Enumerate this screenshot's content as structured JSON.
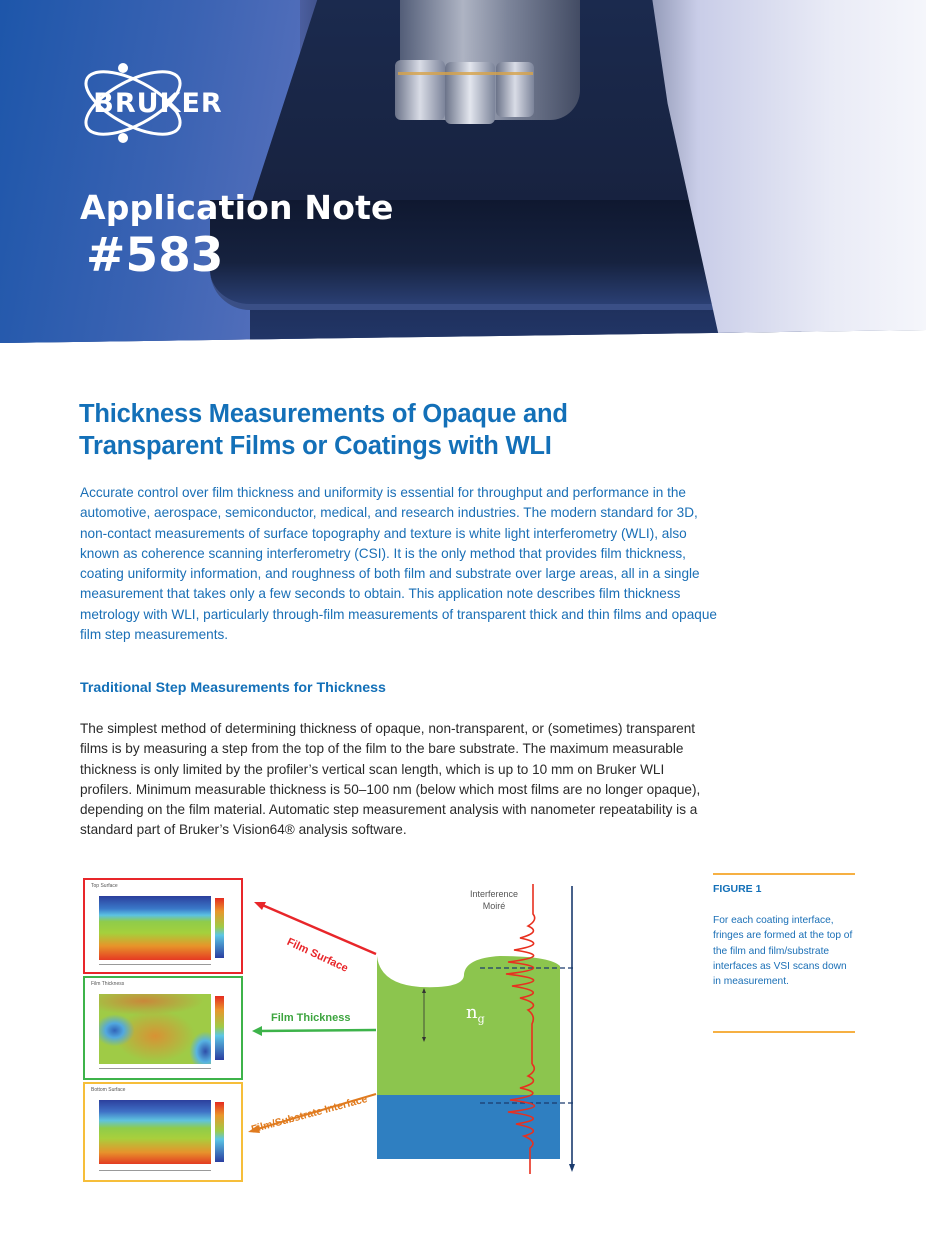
{
  "header": {
    "brand": "BRUKER",
    "doc_type": "Application Note",
    "number": "#583",
    "colors": {
      "band_blue": "#1f55a8",
      "dark_navy": "#1a2748",
      "text": "#ffffff"
    }
  },
  "article": {
    "title_line1": "Thickness Measurements of Opaque and",
    "title_line2": "Transparent Films or Coatings with WLI",
    "intro": "Accurate control over film thickness and uniformity is essential for throughput and performance in the automotive, aerospace, semiconductor, medical, and research industries. The modern standard for 3D, non-contact measurements of surface topography and texture is white light interferometry (WLI), also known as coherence scanning interferometry (CSI). It is the only method that provides film thickness, coating uniformity information, and roughness of both film and substrate over large areas, all in a single measurement that takes only a few seconds to obtain. This application note describes film thickness metrology with WLI, particularly through-film measurements of transparent thick and thin films and opaque film step measurements.",
    "section1": {
      "heading": "Traditional Step Measurements for Thickness",
      "body": "The simplest method of determining thickness of opaque, non-transparent, or (sometimes) transparent films is by measuring a step from the top of the film to the bare substrate. The maximum measurable thickness is only limited by the profiler’s vertical scan length, which is up to 10 mm on Bruker WLI profilers. Minimum measurable thickness is 50–100 nm (below which most films are no longer opaque), depending on the film material. Automatic step measurement analysis with nanometer repeatability is a standard part of Bruker’s Vision64® analysis software."
    },
    "colors": {
      "title_blue": "#1370b8",
      "intro_blue": "#1a6fb6",
      "body_text": "#2a2a2a",
      "accent_orange": "#f6b043"
    }
  },
  "figure": {
    "insets": [
      {
        "label": "Top Surface",
        "border": "#e8262a"
      },
      {
        "label": "Film Thickness",
        "border": "#3db34a"
      },
      {
        "label": "Bottom Surface",
        "border": "#f6be3a"
      }
    ],
    "arrows": {
      "film_surface": "Film Surface",
      "film_thickness": "Film Thickness",
      "film_substrate": "Film/Substrate Interface"
    },
    "interference_label_1": "Interference",
    "interference_label_2": "Moiré",
    "refractive_index": "n",
    "refractive_index_sub": "g",
    "colors": {
      "film": "#8cc54e",
      "substrate": "#2f7fc1",
      "fringe": "#e8301f",
      "scan_axis": "#1b3b6e"
    }
  },
  "caption": {
    "title": "FIGURE 1",
    "text": "For each coating interface, fringes are formed at the top of the film and film/substrate interfaces as VSI scans down in measurement."
  }
}
